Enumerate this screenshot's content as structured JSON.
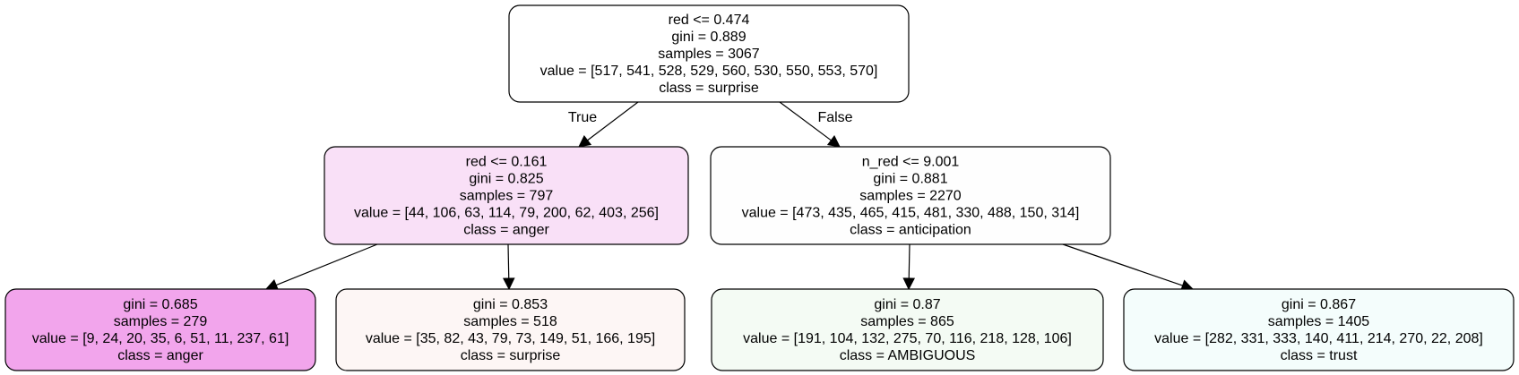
{
  "tree": {
    "nodes": [
      {
        "id": "root",
        "lines": [
          "red <= 0.474",
          "gini = 0.889",
          "samples = 3067",
          "value = [517, 541, 528, 529, 560, 530, 550, 553, 570]",
          "class = surprise"
        ],
        "fill": "#ffffff"
      },
      {
        "id": "left",
        "lines": [
          "red <= 0.161",
          "gini = 0.825",
          "samples = 797",
          "value = [44, 106, 63, 114, 79, 200, 62, 403, 256]",
          "class = anger"
        ],
        "fill": "#f9e0f7"
      },
      {
        "id": "right",
        "lines": [
          "n_red <= 9.001",
          "gini = 0.881",
          "samples = 2270",
          "value = [473, 435, 465, 415, 481, 330, 488, 150, 314]",
          "class = anticipation"
        ],
        "fill": "#fefefe"
      },
      {
        "id": "ll",
        "lines": [
          "gini = 0.685",
          "samples = 279",
          "value = [9, 24, 20, 35, 6, 51, 11, 237, 61]",
          "class = anger"
        ],
        "fill": "#f2a5ec"
      },
      {
        "id": "lr",
        "lines": [
          "gini = 0.853",
          "samples = 518",
          "value = [35, 82, 43, 79, 73, 149, 51, 166, 195]",
          "class = surprise"
        ],
        "fill": "#fdf6f5"
      },
      {
        "id": "rl",
        "lines": [
          "gini = 0.87",
          "samples = 865",
          "value = [191, 104, 132, 275, 70, 116, 218, 128, 106]",
          "class = AMBIGUOUS"
        ],
        "fill": "#f4fbf4"
      },
      {
        "id": "rr",
        "lines": [
          "gini = 0.867",
          "samples = 1405",
          "value = [282, 331, 333, 140, 411, 214, 270, 22, 208]",
          "class = trust"
        ],
        "fill": "#f4fdfc"
      }
    ],
    "edges": [
      {
        "from": "root",
        "to": "left",
        "label": "True"
      },
      {
        "from": "root",
        "to": "right",
        "label": "False"
      },
      {
        "from": "left",
        "to": "ll",
        "label": ""
      },
      {
        "from": "left",
        "to": "lr",
        "label": ""
      },
      {
        "from": "right",
        "to": "rl",
        "label": ""
      },
      {
        "from": "right",
        "to": "rr",
        "label": ""
      }
    ]
  }
}
